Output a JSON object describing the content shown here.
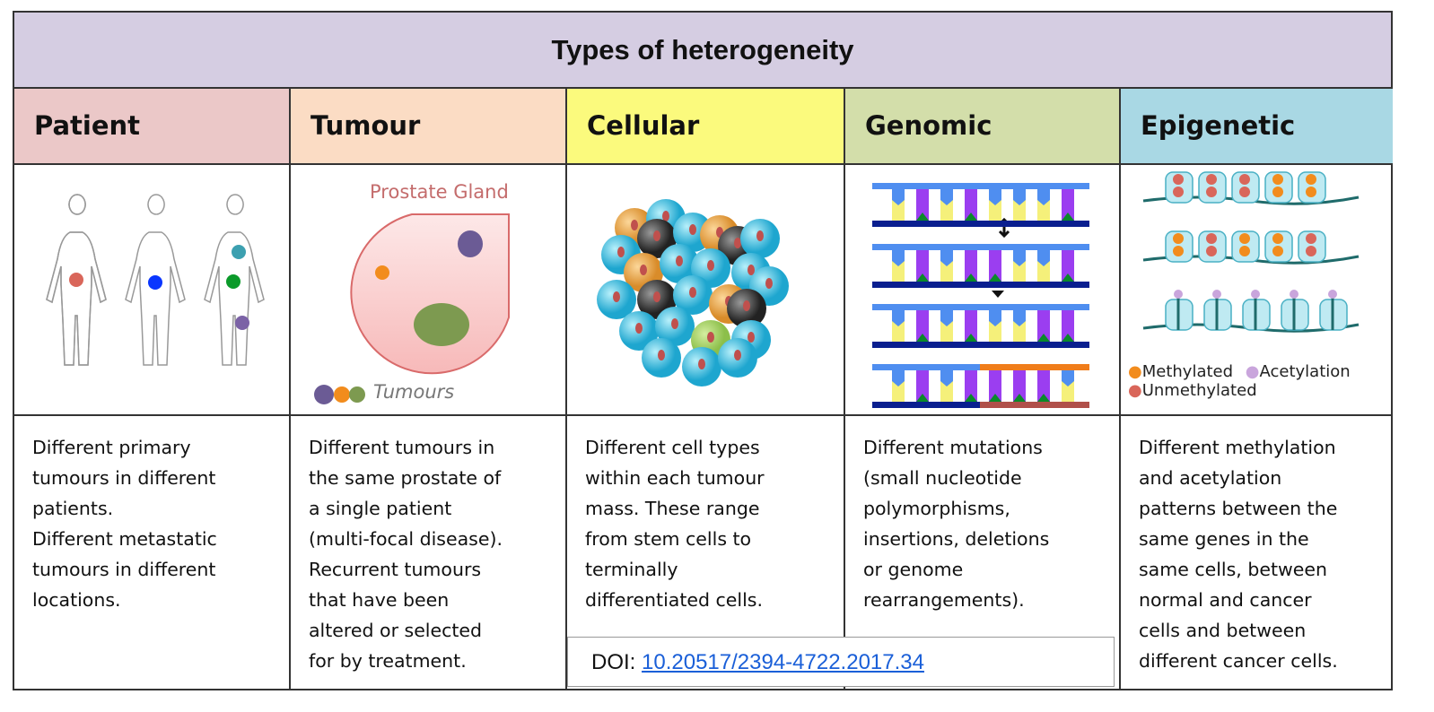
{
  "title": "Types of heterogeneity",
  "columns": [
    {
      "label": "Patient",
      "color": "#ebc8c8",
      "description": "Different primary\ntumours in different\npatients.\nDifferent metastatic\ntumours in different\nlocations."
    },
    {
      "label": "Tumour",
      "color": "#fbdcc4",
      "description": "Different tumours in\nthe same prostate of\na single patient\n(multi-focal disease).\nRecurrent tumours\nthat have been\naltered or selected\nfor by treatment."
    },
    {
      "label": "Cellular",
      "color": "#fbfa7d",
      "description": "Different cell types\nwithin each tumour\nmass. These range\nfrom stem cells to\nterminally\ndifferentiated cells."
    },
    {
      "label": "Genomic",
      "color": "#d3deaa",
      "description": "Different mutations\n(small nucleotide\npolymorphisms,\ninsertions, deletions\nor genome\nrearrangements)."
    },
    {
      "label": "Epigenetic",
      "color": "#a9d8e4",
      "description": "Different methylation\nand acetylation\npatterns between the\nsame genes in the\nsame cells, between\nnormal and cancer\ncells and between\ndifferent cancer cells."
    }
  ],
  "tumour_figure": {
    "gland_label": "Prostate Gland",
    "legend_label": "Tumours"
  },
  "epigenetic_legend": {
    "methylated": "Methylated",
    "acetylation": "Acetylation",
    "unmethylated": "Unmethylated"
  },
  "doi": {
    "prefix": "DOI:",
    "link": "10.20517/2394-4722.2017.34"
  }
}
